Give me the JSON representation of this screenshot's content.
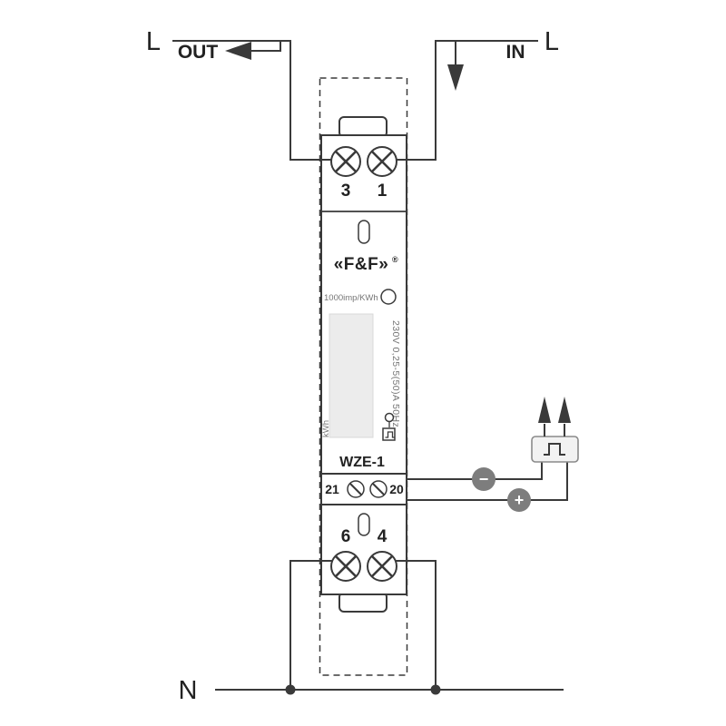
{
  "diagram": {
    "labels": {
      "phase_left": "L",
      "phase_right": "L",
      "out": "OUT",
      "in": "IN",
      "neutral": "N"
    },
    "device": {
      "brand": "«F&F»",
      "brand_reg": "®",
      "pulse_rate": "1000imp/KWh",
      "ratings": "230V 0,25-5(50)A 50Hz",
      "display_unit": "kWh",
      "model": "WZE-1"
    },
    "terminals": {
      "out": "3",
      "in": "1",
      "pulse_minus": "21",
      "pulse_plus": "20",
      "neutral_out": "6",
      "neutral_in": "4"
    },
    "pulse_output": {
      "minus": "−",
      "plus": "+"
    },
    "colors": {
      "line": "#3a3a3a",
      "text": "#222222",
      "muted": "#767676",
      "lcd": "#ececec",
      "node": "#7d7d7d",
      "device_fill": "#f2f2f2"
    }
  }
}
